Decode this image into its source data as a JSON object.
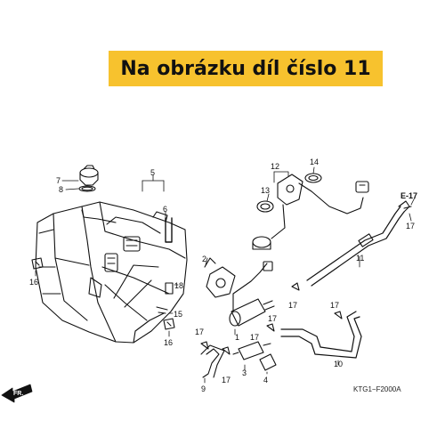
{
  "banner": {
    "text": "Na obrázku díl číslo 11",
    "color": "#f7c22e"
  },
  "ref_code": "KTG1−F2000A",
  "section_ref": "E-17",
  "direction_label": "FR.",
  "callouts": [
    "1",
    "2",
    "3",
    "4",
    "5",
    "6",
    "7",
    "8",
    "9",
    "10",
    "11",
    "12",
    "13",
    "14",
    "15",
    "16",
    "16",
    "17",
    "17",
    "17",
    "17",
    "17",
    "17",
    "17",
    "18"
  ],
  "icons": [
    "front-arrow-icon"
  ]
}
